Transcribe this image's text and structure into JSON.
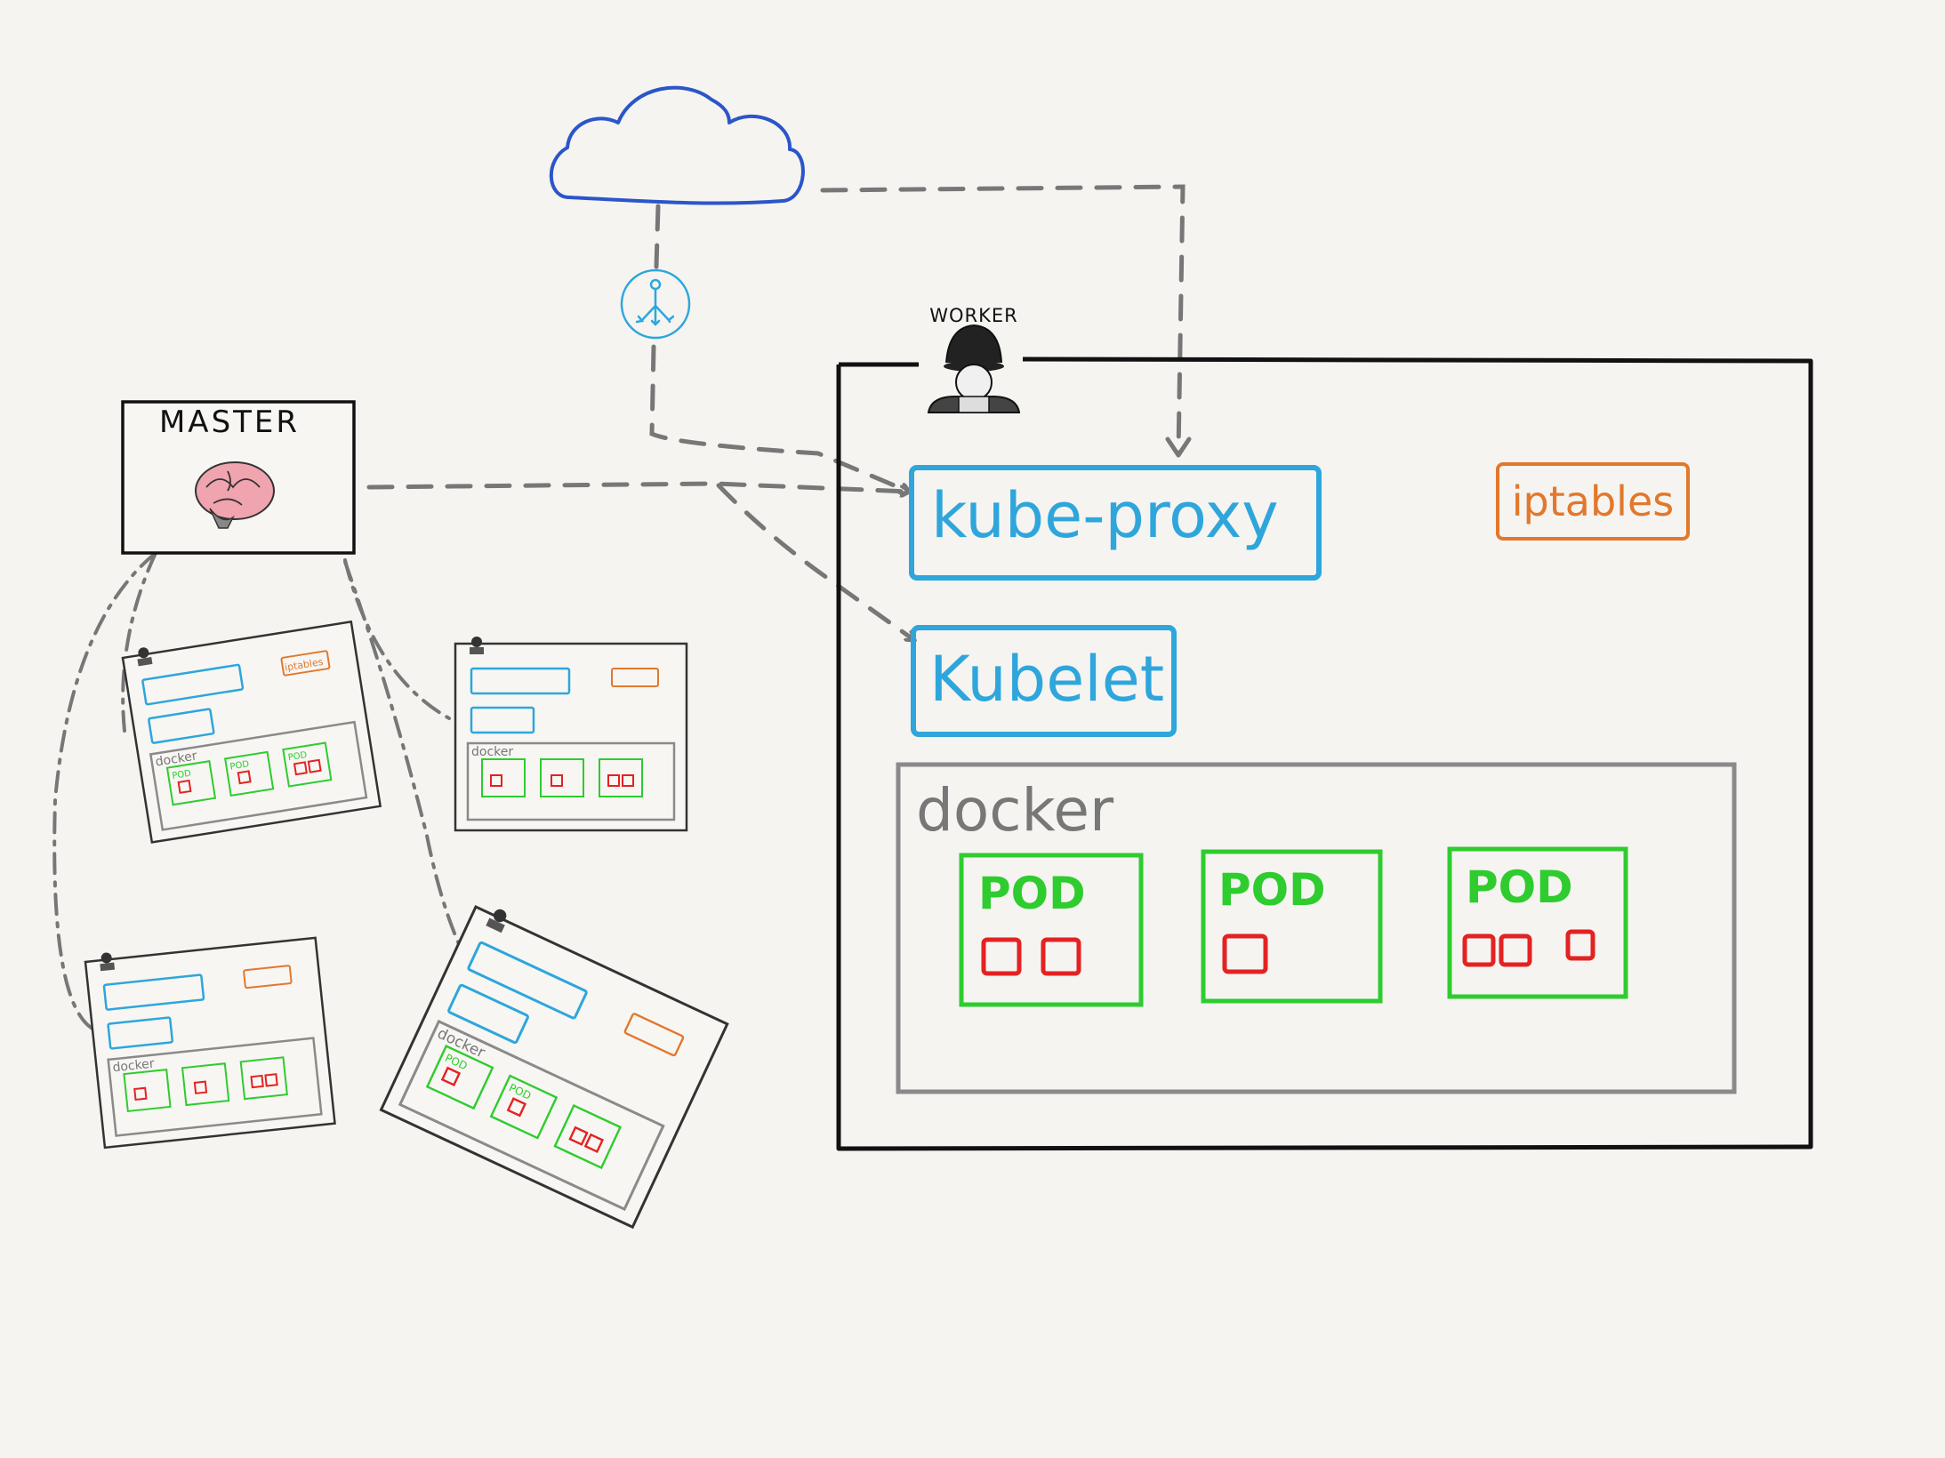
{
  "master": {
    "label": "MASTER",
    "icon": "brain-icon"
  },
  "worker": {
    "label": "WORKER",
    "icon": "worker-helmet-icon",
    "kube_proxy": "kube-proxy",
    "kubelet": "Kubelet",
    "iptables": "iptables",
    "docker": "docker",
    "pods": [
      {
        "label": "POD",
        "containers": 2
      },
      {
        "label": "POD",
        "containers": 1
      },
      {
        "label": "POD",
        "containers": 3
      }
    ]
  },
  "mini_workers": {
    "iptables": "iptables",
    "docker": "docker",
    "pod": "POD"
  },
  "cloud": {
    "icon": "cloud-icon"
  },
  "load_balancer": {
    "icon": "load-balancer-icon"
  },
  "colors": {
    "cloud": "#2b55c9",
    "component": "#2ea6dc",
    "iptables": "#e2782c",
    "pod": "#2ecc2e",
    "container": "#e32222",
    "docker": "#8a8a8a",
    "frame": "#111111",
    "arrow": "#777777"
  }
}
